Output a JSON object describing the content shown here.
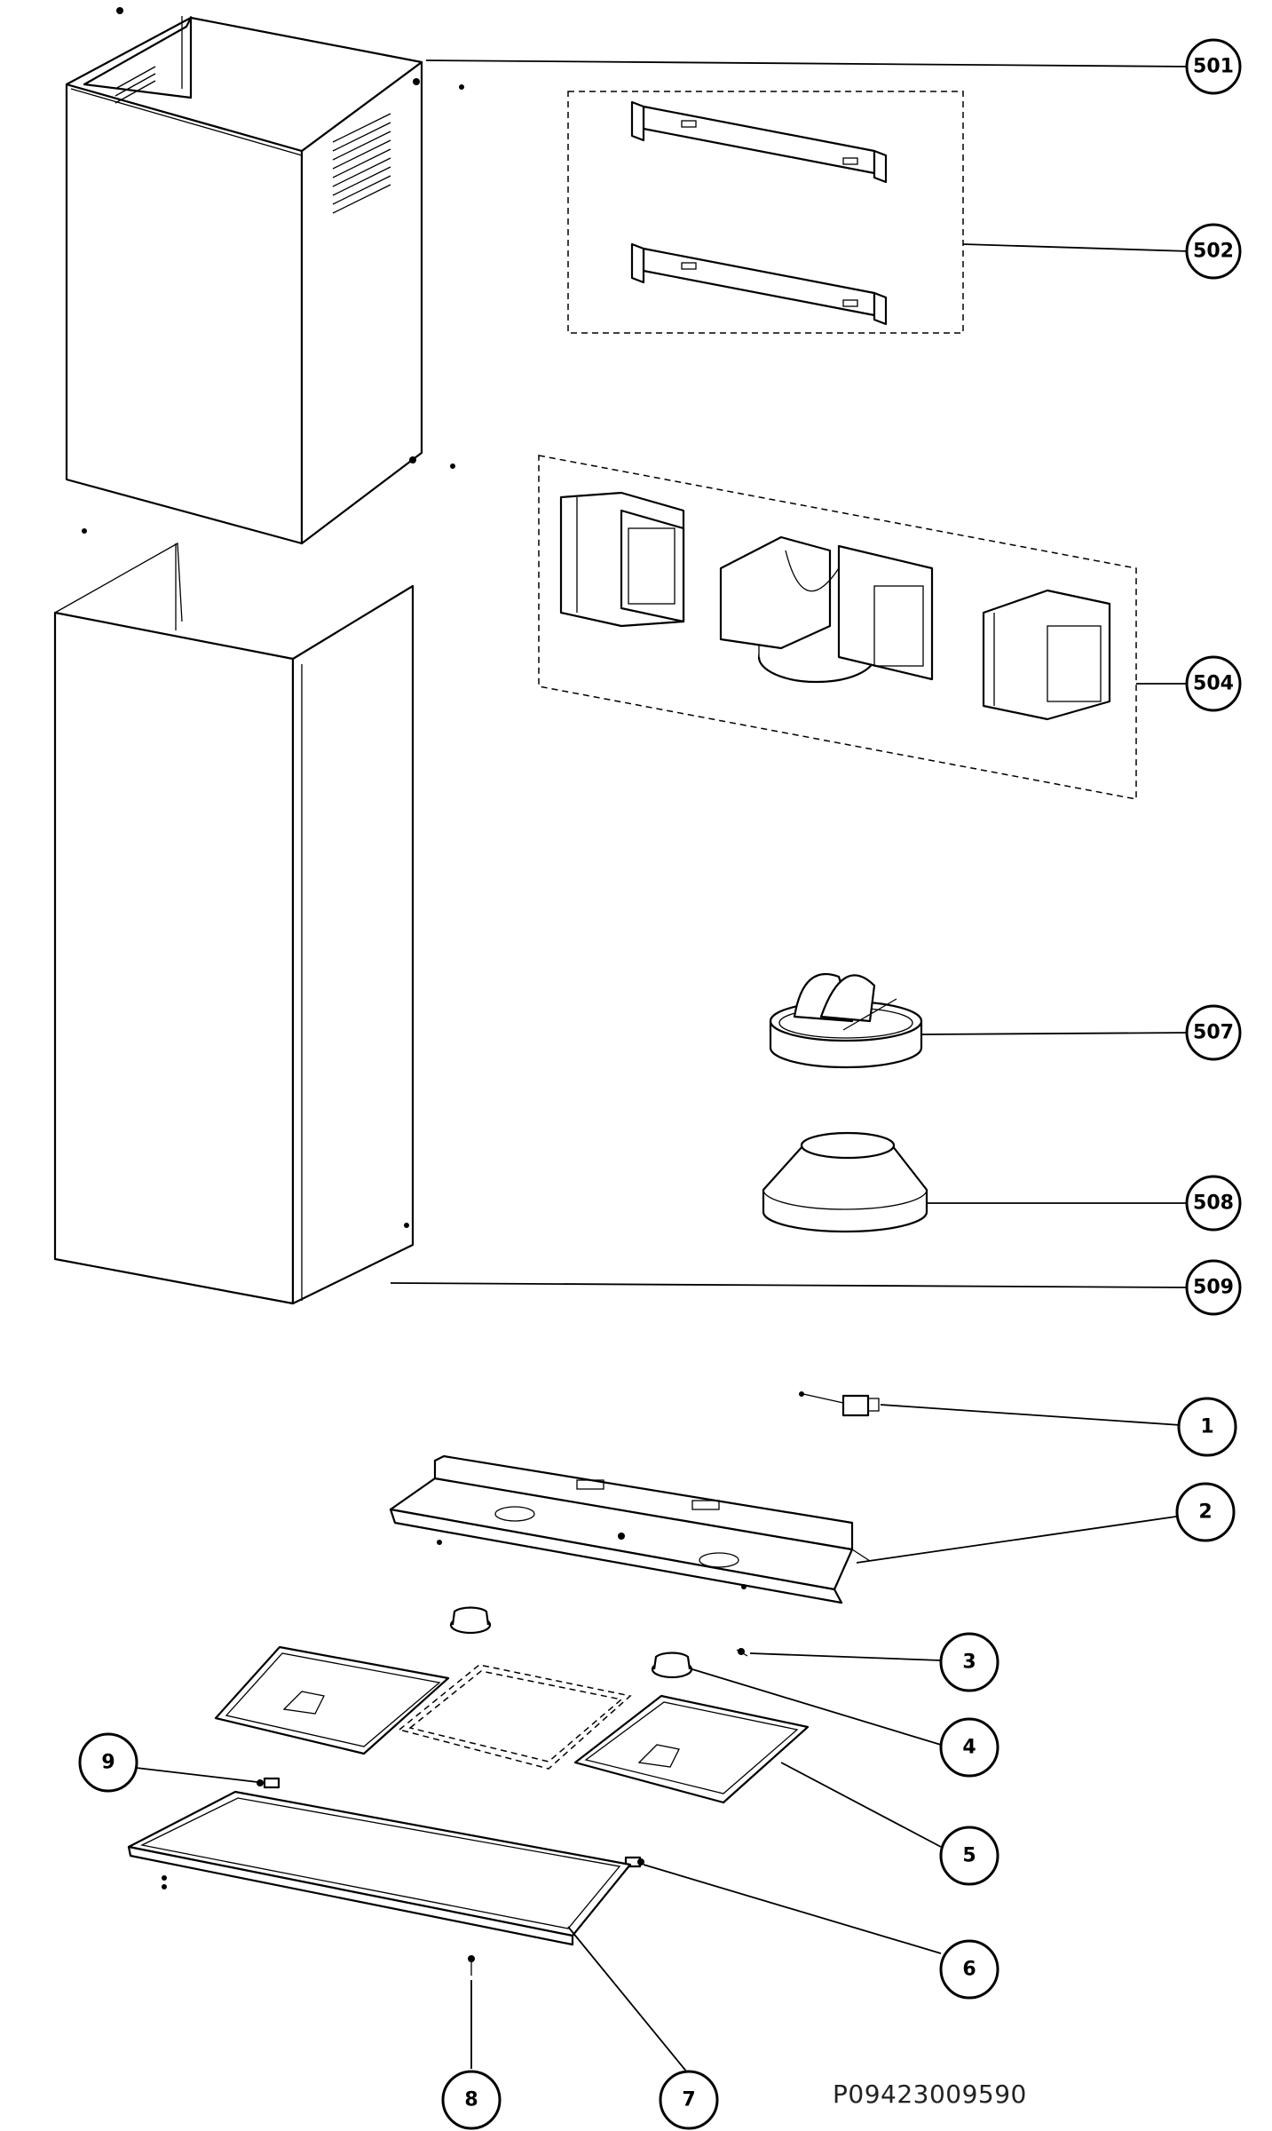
{
  "document_code": "P09423009590",
  "callouts": [
    {
      "id": "c501",
      "label": "501"
    },
    {
      "id": "c502",
      "label": "502"
    },
    {
      "id": "c504",
      "label": "504"
    },
    {
      "id": "c507",
      "label": "507"
    },
    {
      "id": "c508",
      "label": "508"
    },
    {
      "id": "c509",
      "label": "509"
    },
    {
      "id": "c1",
      "label": "1"
    },
    {
      "id": "c2",
      "label": "2"
    },
    {
      "id": "c3",
      "label": "3"
    },
    {
      "id": "c4",
      "label": "4"
    },
    {
      "id": "c5",
      "label": "5"
    },
    {
      "id": "c6",
      "label": "6"
    },
    {
      "id": "c7",
      "label": "7"
    },
    {
      "id": "c8",
      "label": "8"
    },
    {
      "id": "c9",
      "label": "9"
    }
  ]
}
